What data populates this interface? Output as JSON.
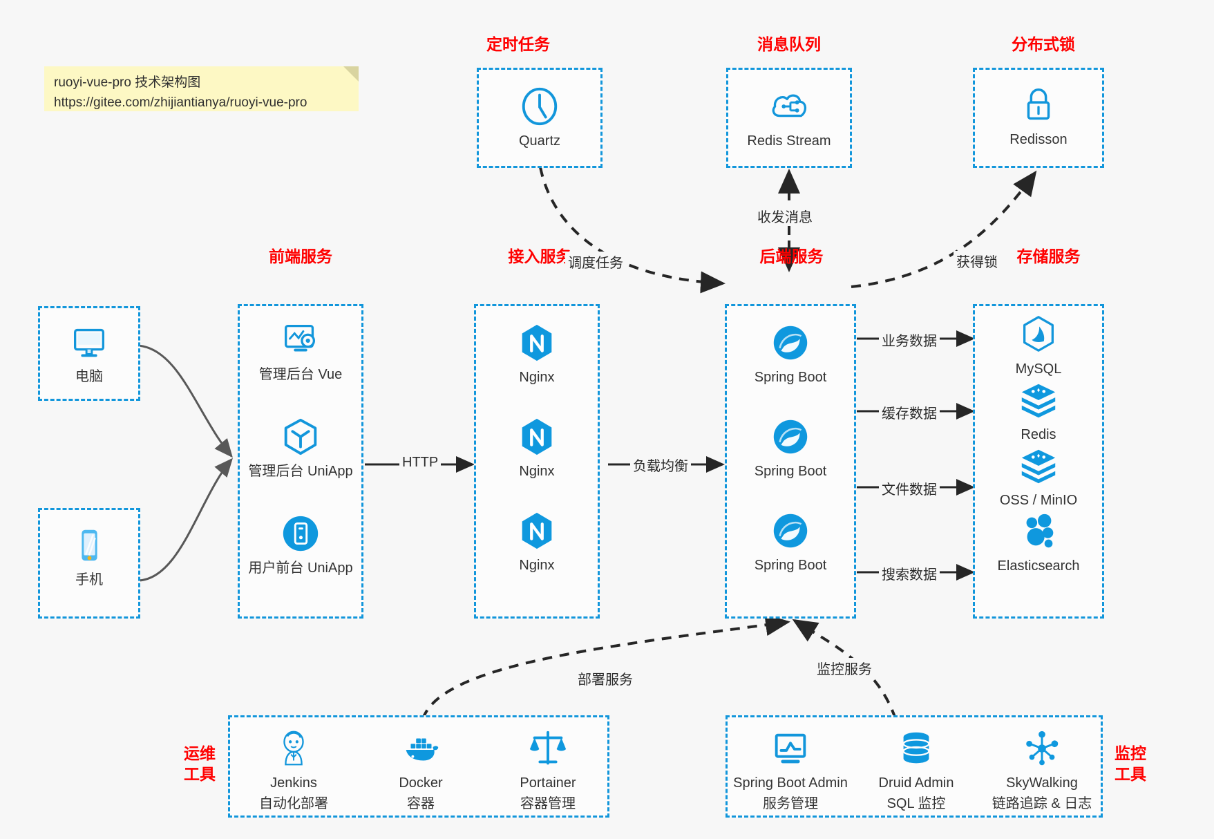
{
  "note": {
    "line1": "ruoyi-vue-pro 技术架构图",
    "line2": "https://gitee.com/zhijiantianya/ruoyi-vue-pro"
  },
  "colors": {
    "accent_blue": "#1296db",
    "title_red": "#ff0000",
    "canvas": "#f7f7f7",
    "note_yellow": "#fdf8c4",
    "wire_dark": "#262626",
    "wire_gray": "#585858"
  },
  "groups": {
    "scheduled_task": {
      "title": "定时任务",
      "nodes": [
        {
          "icon": "clock-icon",
          "label": "Quartz"
        }
      ]
    },
    "message_queue": {
      "title": "消息队列",
      "nodes": [
        {
          "icon": "cloud-stream-icon",
          "label": "Redis Stream"
        }
      ]
    },
    "distributed_lock": {
      "title": "分布式锁",
      "nodes": [
        {
          "icon": "lock-icon",
          "label": "Redisson"
        }
      ]
    },
    "clients": {
      "nodes": [
        {
          "icon": "desktop-icon",
          "label": "电脑"
        },
        {
          "icon": "mobile-phone-icon",
          "label": "手机"
        }
      ]
    },
    "frontend": {
      "title": "前端服务",
      "nodes": [
        {
          "icon": "dashboard-vue-icon",
          "label": "管理后台 Vue"
        },
        {
          "icon": "uniapp-cube-icon",
          "label": "管理后台 UniApp"
        },
        {
          "icon": "app-circle-icon",
          "label": "用户前台 UniApp"
        }
      ]
    },
    "gateway": {
      "title": "接入服务",
      "nodes": [
        {
          "icon": "nginx-icon",
          "label": "Nginx"
        },
        {
          "icon": "nginx-icon",
          "label": "Nginx"
        },
        {
          "icon": "nginx-icon",
          "label": "Nginx"
        }
      ]
    },
    "backend": {
      "title": "后端服务",
      "nodes": [
        {
          "icon": "spring-boot-icon",
          "label": "Spring Boot"
        },
        {
          "icon": "spring-boot-icon",
          "label": "Spring Boot"
        },
        {
          "icon": "spring-boot-icon",
          "label": "Spring Boot"
        }
      ]
    },
    "storage": {
      "title": "存储服务",
      "nodes": [
        {
          "icon": "mysql-icon",
          "label": "MySQL"
        },
        {
          "icon": "redis-icon",
          "label": "Redis"
        },
        {
          "icon": "oss-minio-icon",
          "label": "OSS / MinIO"
        },
        {
          "icon": "elasticsearch-icon",
          "label": "Elasticsearch"
        }
      ]
    },
    "devops": {
      "title": "运维\n工具",
      "title_line1": "运维",
      "title_line2": "工具",
      "nodes": [
        {
          "icon": "jenkins-icon",
          "label": "Jenkins",
          "sub": "自动化部署"
        },
        {
          "icon": "docker-icon",
          "label": "Docker",
          "sub": "容器"
        },
        {
          "icon": "portainer-icon",
          "label": "Portainer",
          "sub": "容器管理"
        }
      ]
    },
    "monitoring": {
      "title_line1": "监控",
      "title_line2": "工具",
      "nodes": [
        {
          "icon": "spring-boot-admin-icon",
          "label": "Spring Boot Admin",
          "sub": "服务管理"
        },
        {
          "icon": "druid-db-icon",
          "label": "Druid Admin",
          "sub": "SQL 监控"
        },
        {
          "icon": "skywalking-icon",
          "label": "SkyWalking",
          "sub": "链路追踪 & 日志"
        }
      ]
    }
  },
  "edges": {
    "schedule_task": "调度任务",
    "send_receive_message": "收发消息",
    "acquire_lock": "获得锁",
    "http": "HTTP",
    "load_balance": "负载均衡",
    "business_data": "业务数据",
    "cache_data": "缓存数据",
    "file_data": "文件数据",
    "search_data": "搜索数据",
    "deploy_service": "部署服务",
    "monitor_service": "监控服务"
  }
}
